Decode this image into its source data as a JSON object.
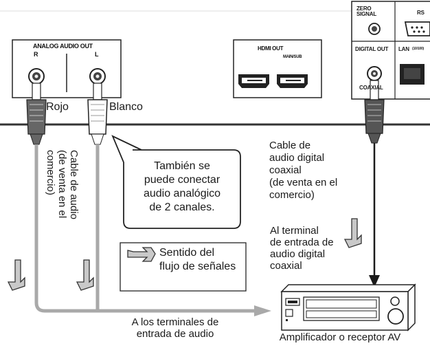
{
  "panels": {
    "analog_out": {
      "title": "ANALOG AUDIO OUT",
      "right": "R",
      "left": "L"
    },
    "hdmi_out": {
      "title": "HDMI OUT",
      "sub": "MAIN/SUB"
    },
    "rear": {
      "zero_signal": "ZERO\nSIGNAL",
      "rs": "RS",
      "digital_out": "DIGITAL OUT",
      "lan": "LAN",
      "lan_sub": "(10/100)",
      "coaxial": "COAXIAL"
    }
  },
  "labels": {
    "rojo": "Rojo",
    "blanco": "Blanco",
    "cable_audio": "Cable de audio\n(de venta en el\ncomercio)",
    "callout": "También se\npuede conectar\naudio analógico\nde 2 canales.",
    "legend": "Sentido del\nflujo de señales",
    "coax_cable": "Cable de\naudio digital\ncoaxial\n(de venta en el\ncomercio)",
    "al_terminal": "Al terminal\nde entrada de\naudio digital\ncoaxial",
    "terminales": "A los terminales de\nentrada de audio",
    "amplificador": "Amplificador o receptor AV"
  },
  "colors": {
    "line": "#1a1a1a",
    "cable_gray": "#a9a9a9",
    "arrow_gray": "#c9c9c9",
    "panel_bg": "#ffffff"
  }
}
